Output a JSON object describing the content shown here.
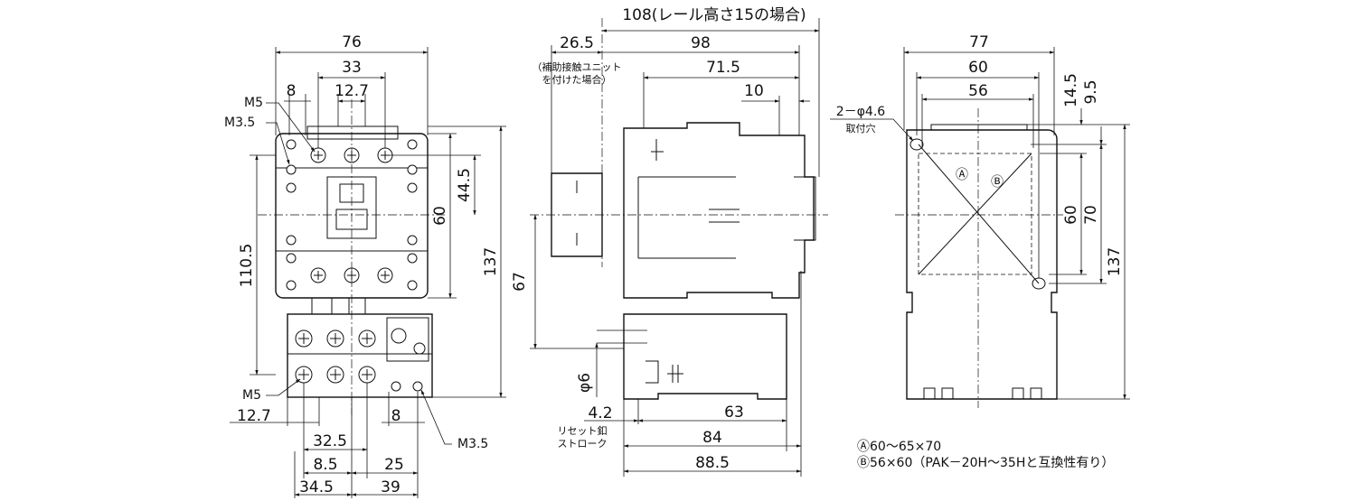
{
  "front": {
    "w76": "76",
    "w33": "33",
    "w12_7": "12.7",
    "w8": "8",
    "m5": "M5",
    "m3_5": "M3.5",
    "h44_5": "44.5",
    "h60": "60",
    "h110_5": "110.5",
    "h137": "137",
    "b_m5": "M5",
    "b_12_7": "12.7",
    "b_8": "8",
    "b_m3_5": "M3.5",
    "b_32_5": "32.5",
    "b_8_5": "8.5",
    "b_25": "25",
    "b_34_5": "34.5",
    "b_39": "39"
  },
  "side": {
    "top108": "108(レール高さ15の場合)",
    "d26_5": "26.5",
    "d98": "98",
    "d71_5": "71.5",
    "d10": "10",
    "note1": "（補助接触ユニット",
    "note2": "を付けた場合）",
    "d67": "67",
    "phi6": "φ6",
    "d4_2": "4.2",
    "reset1": "リセット釦",
    "reset2": "ストローク",
    "d63": "63",
    "d84": "84",
    "d88_5": "88.5"
  },
  "mount": {
    "w77": "77",
    "w60": "60",
    "w56": "56",
    "h14_5": "14.5",
    "h9_5": "9.5",
    "hole1": "2－φ4.6",
    "hole2": "取付穴",
    "a_mark": "Ⓐ",
    "b_mark": "Ⓑ",
    "h60": "60",
    "h70": "70",
    "h137": "137"
  },
  "legend": {
    "a": "Ⓐ60～65×70",
    "b": "Ⓑ56×60（PAK－20H～35Hと互換性有り）"
  }
}
